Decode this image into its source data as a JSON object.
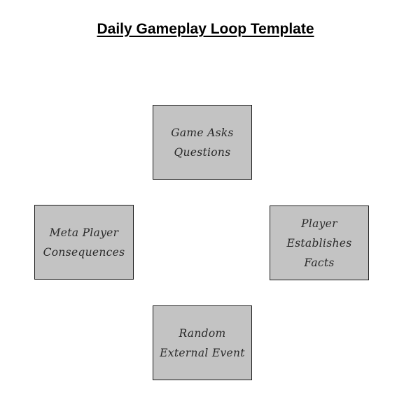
{
  "title": "Daily Gameplay Loop Template",
  "boxes": {
    "top": "Game Asks\nQuestions",
    "right": "Player\nEstablishes\nFacts",
    "left": "Meta Player\nConsequences",
    "bottom": "Random\nExternal Event"
  },
  "colors": {
    "box_fill": "#c3c3c3",
    "box_border": "#1a1a1a",
    "text": "#2a2a2a"
  }
}
